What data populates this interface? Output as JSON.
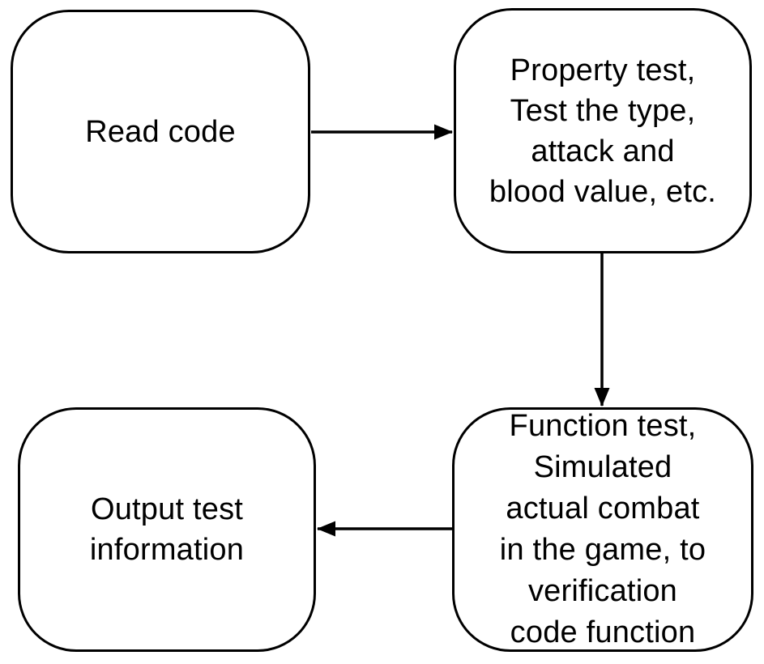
{
  "diagram": {
    "title": "code-test-flowchart",
    "background_color": "#ffffff",
    "node_border_color": "#000000",
    "node_fill_color": "#ffffff",
    "text_color": "#000000",
    "arrow_color": "#000000",
    "nodes": [
      {
        "id": "read-code",
        "label": "Read code"
      },
      {
        "id": "property-test",
        "label": "Property test,\nTest the type,\nattack and\nblood value, etc."
      },
      {
        "id": "function-test",
        "label": "Function test,\nSimulated\nactual combat\nin the game, to\nverification\ncode function"
      },
      {
        "id": "output-test",
        "label": "Output test\ninformation"
      }
    ],
    "edges": [
      {
        "from": "read-code",
        "to": "property-test",
        "direction": "right"
      },
      {
        "from": "property-test",
        "to": "function-test",
        "direction": "down"
      },
      {
        "from": "function-test",
        "to": "output-test",
        "direction": "left"
      }
    ]
  }
}
